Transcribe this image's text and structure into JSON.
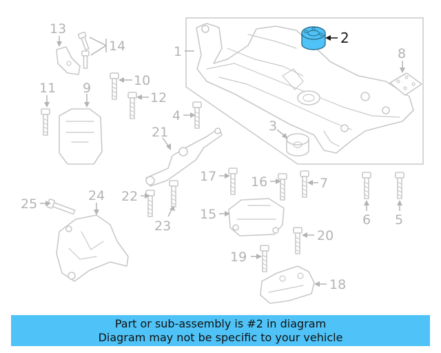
{
  "colors": {
    "highlight_part": "#4fc3f7",
    "banner_background": "#4fc3f7",
    "part_outline": "#c8c8c8",
    "label_gray": "#b3b3b3"
  },
  "diagram": {
    "highlighted_part": "2",
    "callouts": {
      "c1": "1",
      "c2": "2",
      "c3": "3",
      "c4": "4",
      "c5": "5",
      "c6": "6",
      "c7": "7",
      "c8": "8",
      "c9": "9",
      "c10": "10",
      "c11": "11",
      "c12": "12",
      "c13": "13",
      "c14": "14",
      "c15": "15",
      "c16": "16",
      "c17": "17",
      "c18": "18",
      "c19": "19",
      "c20": "20",
      "c21": "21",
      "c22": "22",
      "c23": "23",
      "c24": "24",
      "c25": "25"
    }
  },
  "banner": {
    "line1": "Part or sub-assembly is #2 in diagram",
    "line2": "Diagram may not be specific to your vehicle"
  }
}
